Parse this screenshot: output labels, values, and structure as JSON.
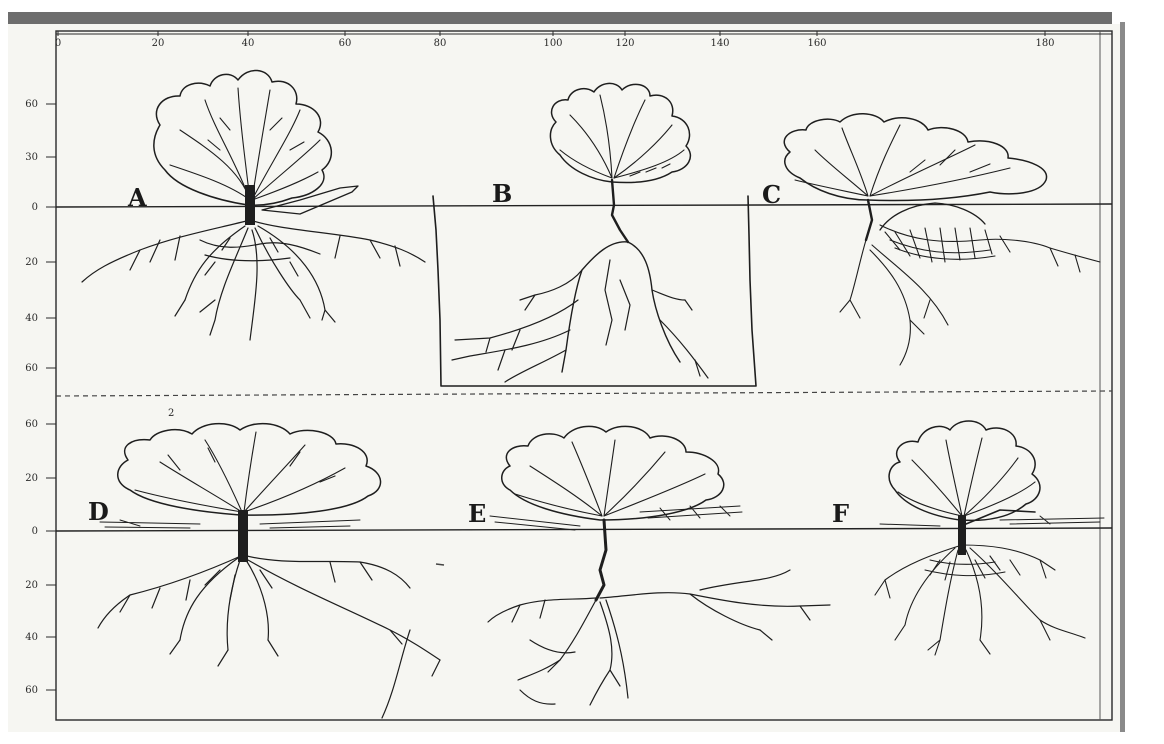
{
  "figure": {
    "top_axis_ticks": [
      "0",
      "20",
      "40",
      "60",
      "80",
      "100",
      "120",
      "140",
      "160",
      "180"
    ],
    "left_axis_ticks_upper": [
      "60",
      "30",
      "0",
      "20",
      "40",
      "60"
    ],
    "left_axis_ticks_lower": [
      "60",
      "20",
      "0",
      "20",
      "40",
      "60"
    ],
    "stray_mark": "2",
    "panels": [
      {
        "label": "A"
      },
      {
        "label": "B"
      },
      {
        "label": "C"
      },
      {
        "label": "D"
      },
      {
        "label": "E"
      },
      {
        "label": "F"
      }
    ]
  },
  "colors": {
    "ink": "#1e1e1e",
    "paper": "#f6f6f2",
    "frame_shadow": "#6d6d6d"
  }
}
